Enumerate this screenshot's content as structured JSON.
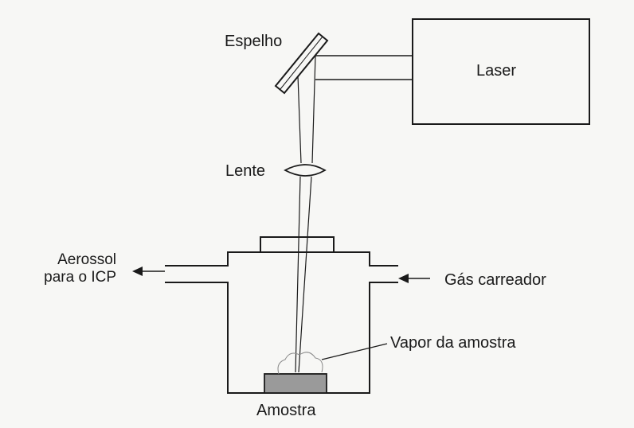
{
  "labels": {
    "mirror": "Espelho",
    "laser": "Laser",
    "lens": "Lente",
    "aerosol_line1": "Aerossol",
    "aerosol_line2": "para o ICP",
    "carrier_gas": "Gás carreador",
    "sample_vapor": "Vapor da amostra",
    "sample": "Amostra"
  },
  "colors": {
    "line": "#1a1a1a",
    "sample_fill": "#9a9a9a",
    "background": "#f7f7f5"
  }
}
